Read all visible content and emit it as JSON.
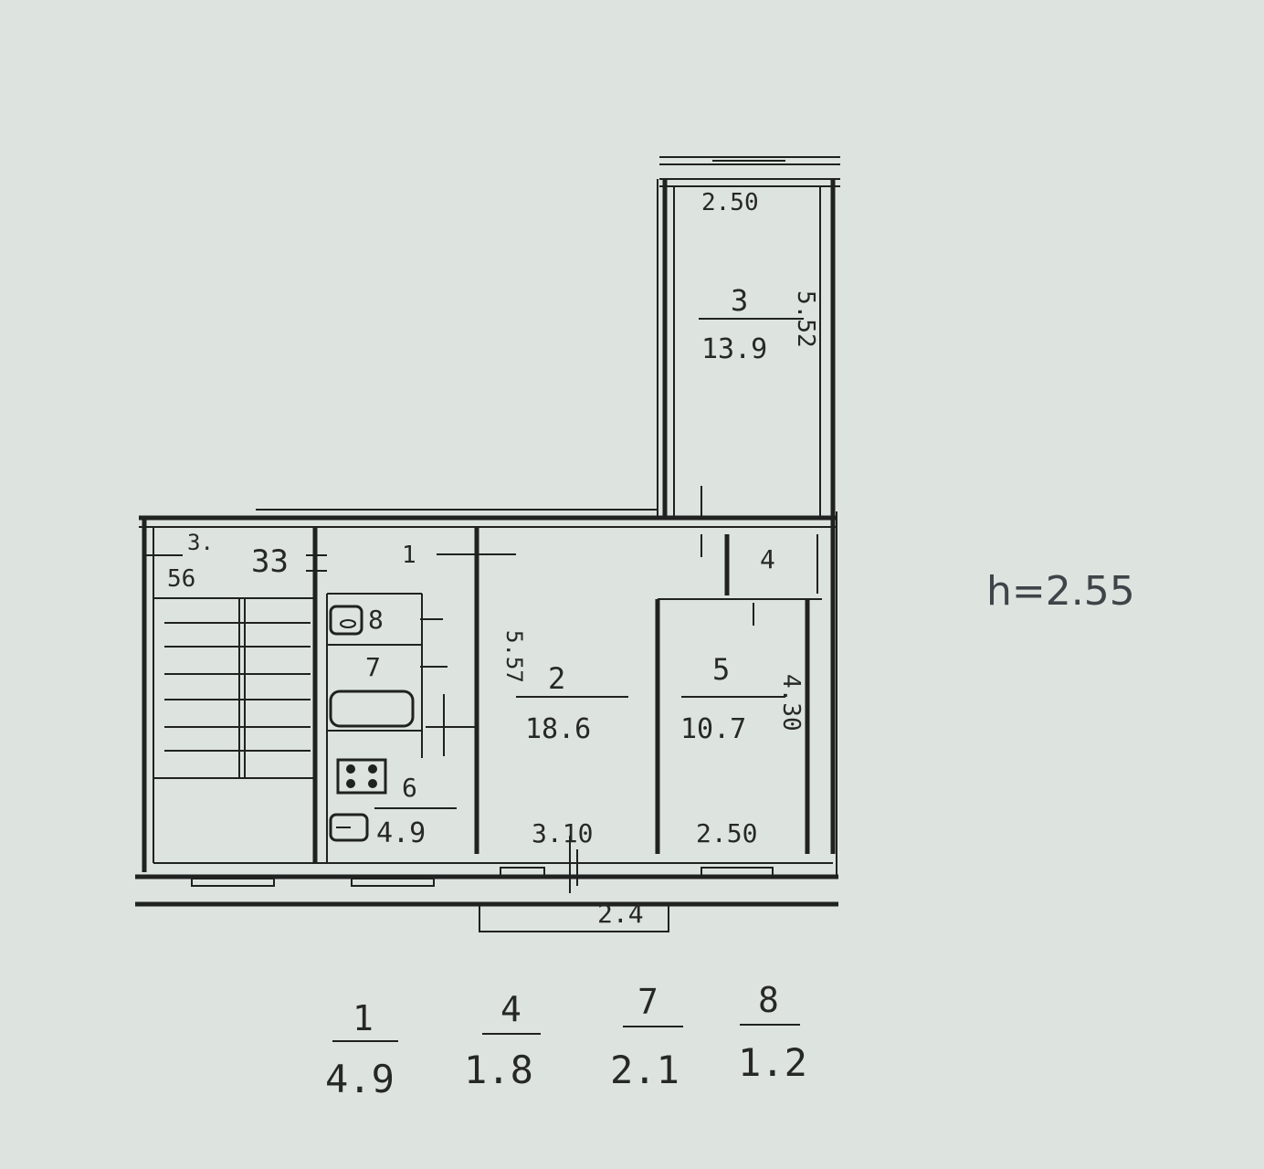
{
  "ceiling_height": "h=2.55",
  "rooms": {
    "r1": {
      "number": "1"
    },
    "r2": {
      "number": "2",
      "area": "18.6"
    },
    "r3": {
      "number": "3",
      "area": "13.9"
    },
    "r4": {
      "number": "4"
    },
    "r5": {
      "number": "5",
      "area": "10.7"
    },
    "r6": {
      "number": "6",
      "area": "4.9"
    },
    "r7": {
      "number": "7"
    },
    "r8": {
      "number": "8"
    }
  },
  "dimensions": {
    "room3_width": "2.50",
    "room3_length": "5.52",
    "room2_width": "3.10",
    "room2_length": "5.57",
    "room5_width": "2.50",
    "room5_length": "4.30",
    "balcony": "2.4",
    "stair_top": "3.",
    "stair_bottom": "56",
    "stair_33": "33"
  },
  "legend": [
    {
      "number": "1",
      "area": "4.9"
    },
    {
      "number": "4",
      "area": "1.8"
    },
    {
      "number": "7",
      "area": "2.1"
    },
    {
      "number": "8",
      "area": "1.2"
    }
  ]
}
